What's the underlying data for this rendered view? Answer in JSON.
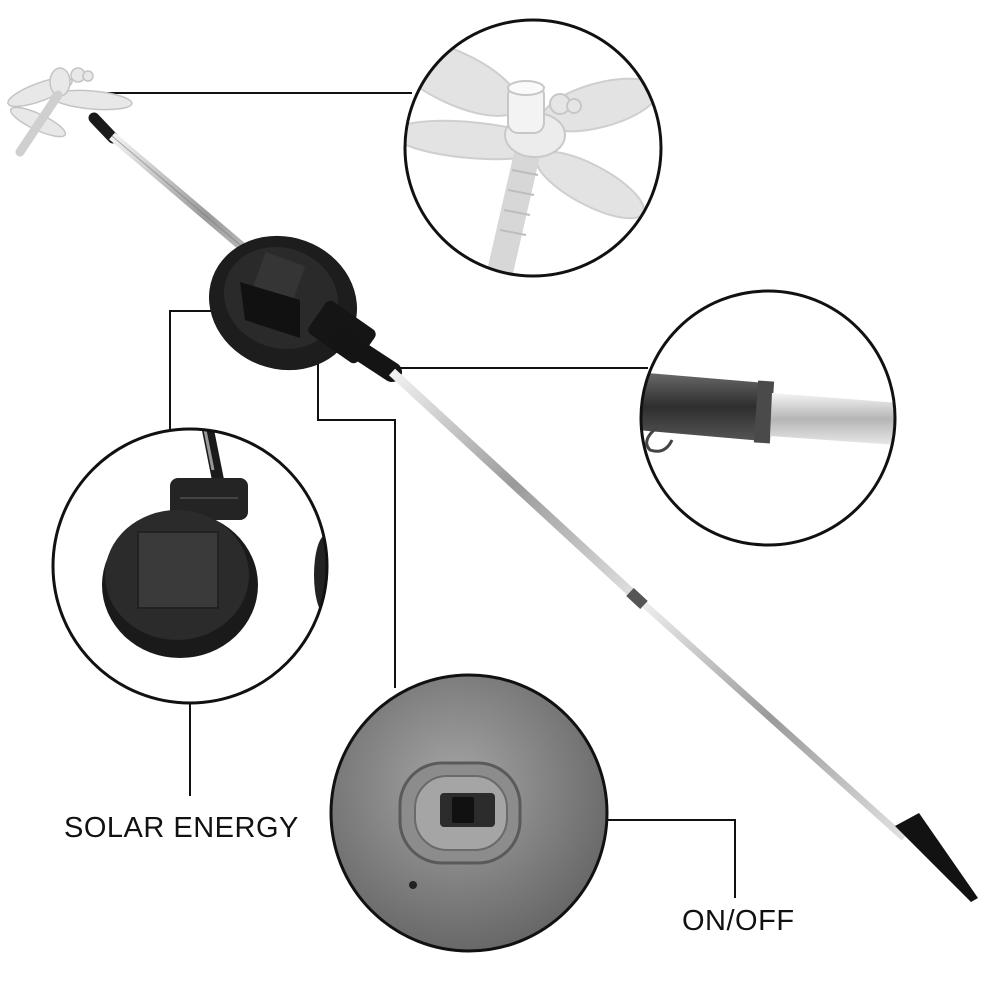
{
  "labels": {
    "solar": "SOLAR ENERGY",
    "switch": "ON/OFF"
  },
  "colors": {
    "background": "#ffffff",
    "line": "#111111",
    "housing": "#1c1c1c",
    "metal": "#b8b8b8",
    "switch_plate": "#8a8a8a"
  },
  "icons": [
    "dragonfly-figure",
    "solar-panel",
    "pole-joint",
    "on-off-switch"
  ]
}
